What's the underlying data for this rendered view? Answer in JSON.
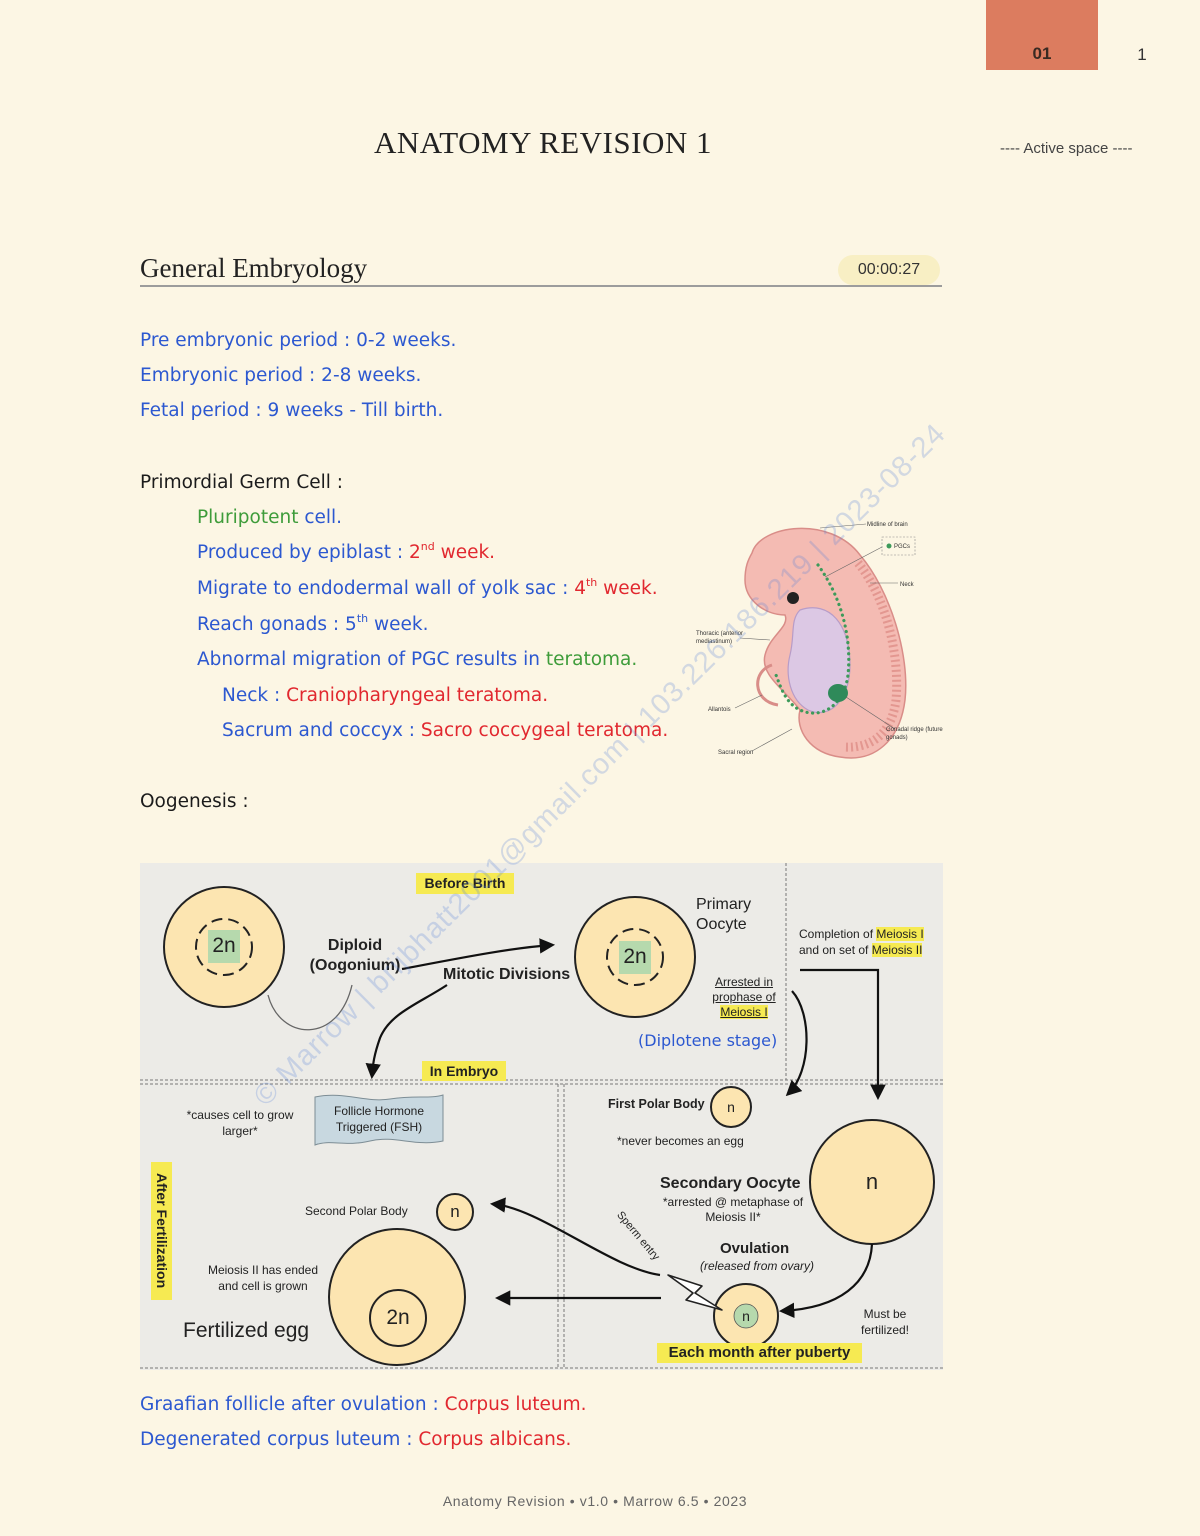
{
  "colors": {
    "page_bg": "#fcf6e4",
    "chapter_tab": "#dc7c5f",
    "ink_blue": "#2c58d0",
    "ink_red": "#e1282f",
    "ink_green": "#3e9c3a",
    "highlight": "#f6ea52",
    "cell_fill": "#fce5b1",
    "nucleus_green": "#b6d9ad",
    "embryo_pink": "#f4bbb3",
    "fsh_flag": "#c8d8e0",
    "diagram_bg": "#ecebe7"
  },
  "header": {
    "chapter": "01",
    "page_number": "1",
    "title": "ANATOMY REVISION 1",
    "active_space": "---- Active space ----"
  },
  "section": {
    "title": "General Embryology",
    "timer": "00:00:27"
  },
  "periods": [
    "Pre embryonic period : 0-2 weeks.",
    "Embryonic period : 2-8 weeks.",
    "Fetal period : 9 weeks - Till birth."
  ],
  "pgc": {
    "heading": "Primordial Germ Cell :",
    "pluripotent": {
      "term": "Pluripotent",
      "rest": " cell."
    },
    "produced": {
      "text": "Produced by epiblast : ",
      "num": "2",
      "sup": "nd",
      "unit": " week."
    },
    "migrate": {
      "text": "Migrate to endodermal wall of yolk sac : ",
      "num": "4",
      "sup": "th",
      "unit": " week."
    },
    "reach": {
      "text": "Reach gonads : ",
      "num": "5",
      "sup": "th",
      "unit": " week."
    },
    "abnormal": {
      "text": "Abnormal migration of PGC results in ",
      "term": "teratoma."
    },
    "neck": {
      "text": "Neck : ",
      "term": "Craniopharyngeal teratoma."
    },
    "sacrum": {
      "text": "Sacrum and coccyx : ",
      "term": "Sacro coccygeal teratoma."
    }
  },
  "embryo_figure": {
    "midline": "Midline of brain",
    "pgcs": "PGCs",
    "neck": "Neck",
    "thoracic": [
      "Thoracic (anterior",
      "mediastinum)"
    ],
    "allantois": "Allantois",
    "sacral": "Sacral region",
    "gonadal": [
      "Gonadal ridge (future",
      "gonads)"
    ]
  },
  "oogenesis": {
    "heading": "Oogenesis :",
    "before_birth": "Before Birth",
    "oogonium_ploidy": "2n",
    "diploid": "Diploid",
    "oogonium": "(Oogonium)",
    "mitotic": "Mitotic Divisions",
    "primary_ploidy": "2n",
    "primary": [
      "Primary",
      "Oocyte"
    ],
    "arrested": [
      "Arrested in",
      "prophase of",
      "Meiosis I"
    ],
    "diplotene": "(Diplotene stage)",
    "completion": {
      "pre1": "Completion of ",
      "hl1": "Meiosis I",
      "pre2": "and on set of ",
      "hl2": "Meiosis II"
    },
    "in_embryo": "In Embryo",
    "causes": [
      "*causes cell to grow",
      "larger*"
    ],
    "fsh": [
      "Follicle Hormone",
      "Triggered (FSH)"
    ],
    "after_fertilization": "After Fertilization",
    "first_polar": "First Polar Body",
    "first_polar_ploidy": "n",
    "never": "*never becomes an egg",
    "secondary": "Secondary Oocyte",
    "arrested_meta": [
      "*arrested @ metaphase of",
      "Meiosis II*"
    ],
    "secondary_ploidy": "n",
    "second_polar": "Second Polar Body",
    "second_polar_ploidy": "n",
    "sperm": "Sperm entry",
    "ovulation": "Ovulation",
    "released": "(released from ovary)",
    "meiosis_ended": [
      "Meiosis II has ended",
      "and cell is grown"
    ],
    "fertilized": "Fertilized egg",
    "fertilized_ploidy": "2n",
    "ovum_ploidy": "n",
    "must": [
      "Must be",
      "fertilized!"
    ],
    "each_month": "Each month after puberty"
  },
  "closing": {
    "graafian": {
      "text": "Graafian follicle after ovulation : ",
      "term": "Corpus luteum."
    },
    "degenerated": {
      "text": "Degenerated corpus luteum : ",
      "term": "Corpus albicans."
    }
  },
  "footer": "Anatomy Revision • v1.0 • Marrow 6.5 • 2023",
  "watermark": "© Marrow | brijbhatt2001@gmail.com | 103.226.186.219 | 2023-08-24"
}
